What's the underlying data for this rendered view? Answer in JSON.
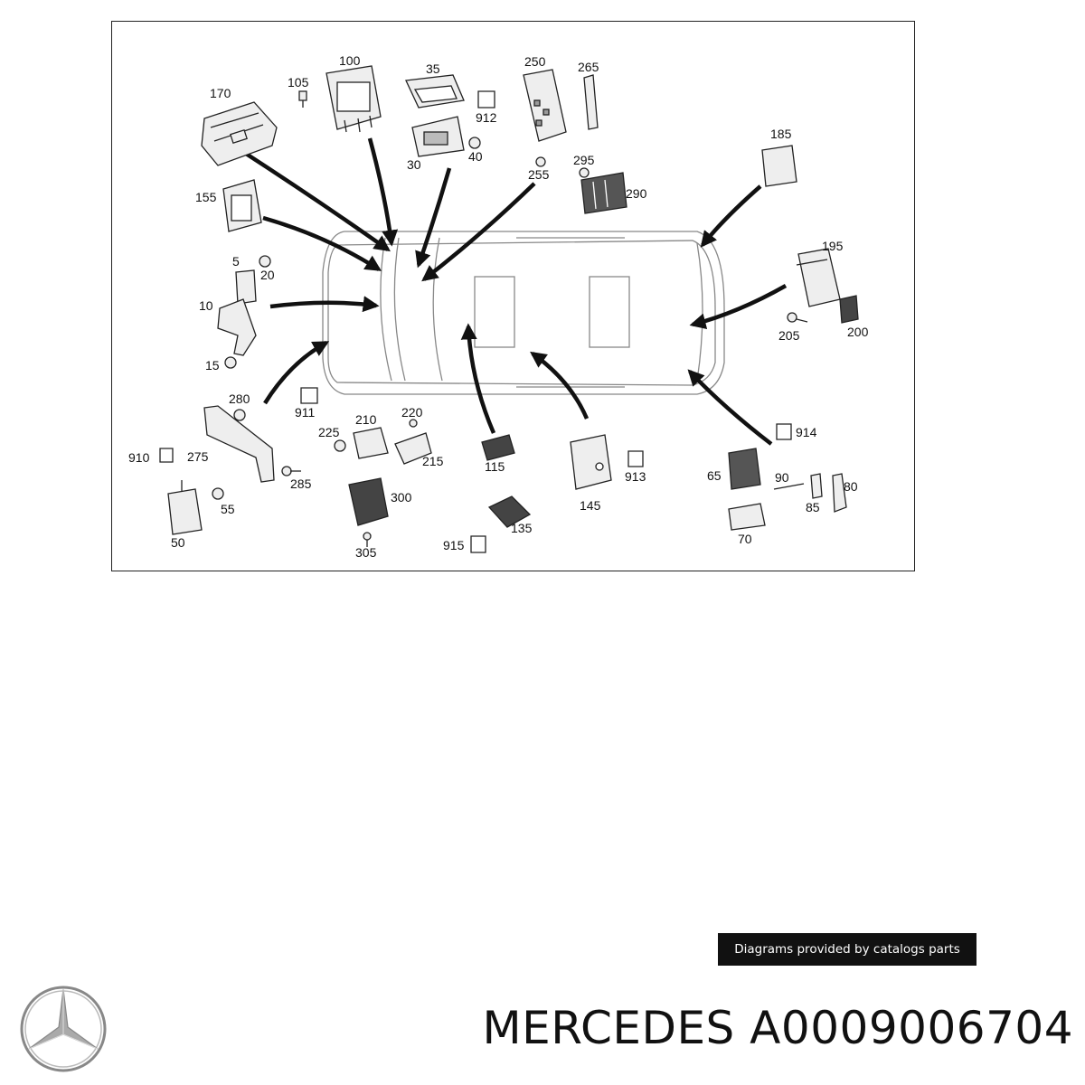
{
  "diagram": {
    "labels": [
      "100",
      "105",
      "170",
      "35",
      "912",
      "30",
      "40",
      "250",
      "265",
      "255",
      "295",
      "290",
      "185",
      "155",
      "5",
      "20",
      "10",
      "15",
      "195",
      "205",
      "200",
      "280",
      "911",
      "220",
      "210",
      "225",
      "215",
      "115",
      "145",
      "913",
      "914",
      "65",
      "90",
      "85",
      "80",
      "70",
      "910",
      "275",
      "285",
      "55",
      "50",
      "300",
      "305",
      "135",
      "915"
    ]
  },
  "credit": {
    "text": "Diagrams provided by catalogs parts"
  },
  "brand": {
    "title": "MERCEDES A0009006704",
    "logo_icon": "three-pointed-star-icon"
  }
}
